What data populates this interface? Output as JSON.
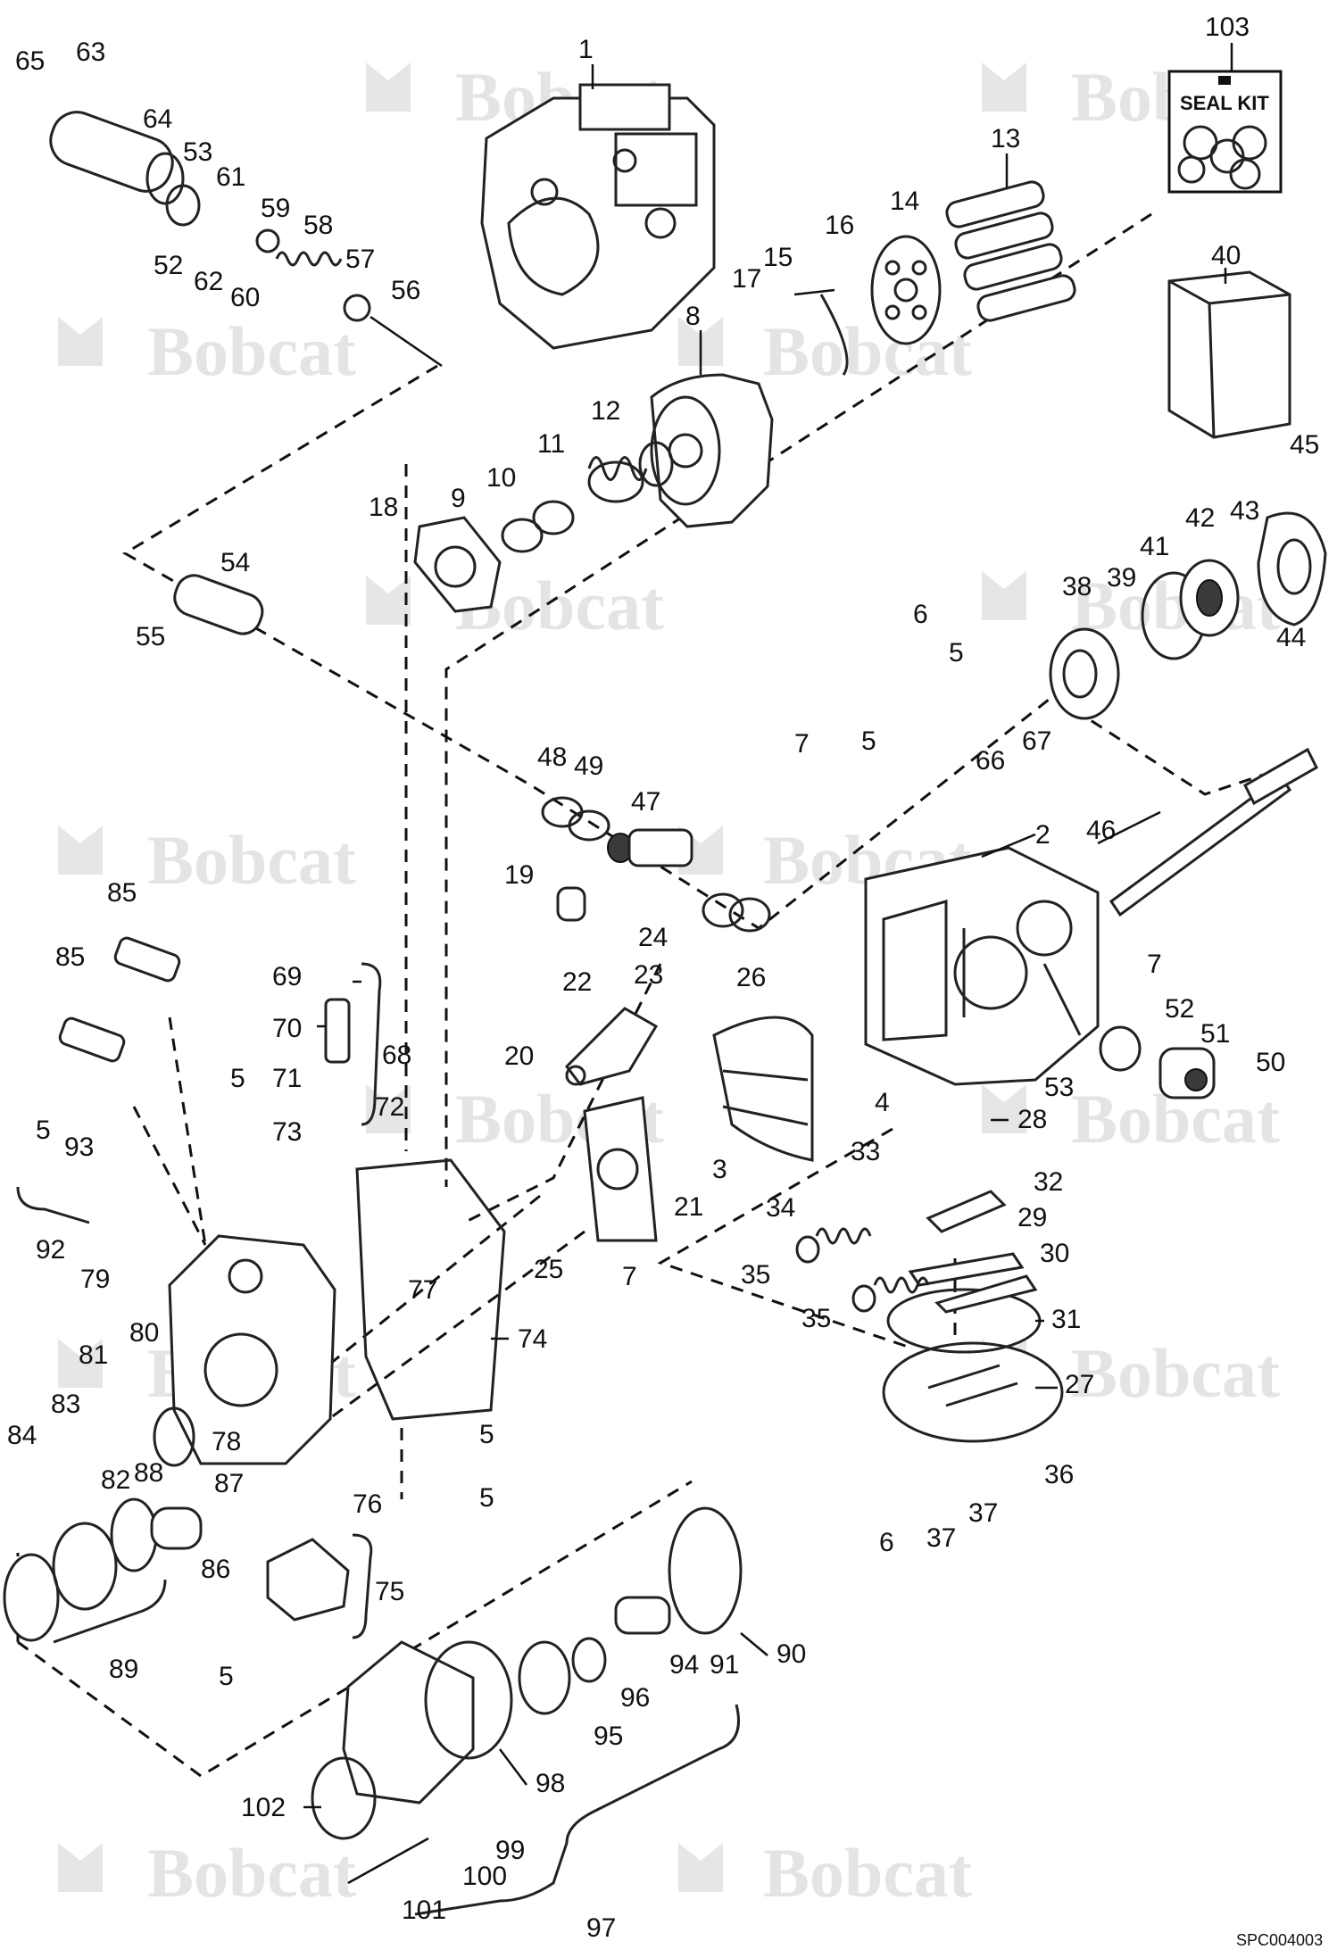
{
  "seal_kit_text": "SEAL KIT",
  "figure_code": "SPC004003",
  "watermark_text": "Bobcat",
  "labels": {
    "l1": "1",
    "l2": "2",
    "l3": "3",
    "l4": "4",
    "l5": "5",
    "l6": "6",
    "l7": "7",
    "l8": "8",
    "l9": "9",
    "l10": "10",
    "l11": "11",
    "l12": "12",
    "l13": "13",
    "l14": "14",
    "l15": "15",
    "l16": "16",
    "l17": "17",
    "l18": "18",
    "l19": "19",
    "l20": "20",
    "l21": "21",
    "l22": "22",
    "l23": "23",
    "l24": "24",
    "l25": "25",
    "l26": "26",
    "l27": "27",
    "l28": "28",
    "l29": "29",
    "l30": "30",
    "l31": "31",
    "l32": "32",
    "l33": "33",
    "l34": "34",
    "l35": "35",
    "l36": "36",
    "l37": "37",
    "l38": "38",
    "l39": "39",
    "l40": "40",
    "l41": "41",
    "l42": "42",
    "l43": "43",
    "l44": "44",
    "l45": "45",
    "l46": "46",
    "l47": "47",
    "l48": "48",
    "l49": "49",
    "l50": "50",
    "l51": "51",
    "l52": "52",
    "l53": "53",
    "l54": "54",
    "l55": "55",
    "l56": "56",
    "l57": "57",
    "l58": "58",
    "l59": "59",
    "l60": "60",
    "l61": "61",
    "l62": "62",
    "l63": "63",
    "l64": "64",
    "l65": "65",
    "l66": "66",
    "l67": "67",
    "l68": "68",
    "l69": "69",
    "l70": "70",
    "l71": "71",
    "l72": "72",
    "l73": "73",
    "l74": "74",
    "l75": "75",
    "l76": "76",
    "l77": "77",
    "l78": "78",
    "l79": "79",
    "l80": "80",
    "l81": "81",
    "l82": "82",
    "l83": "83",
    "l84": "84",
    "l85": "85",
    "l86": "86",
    "l87": "87",
    "l88": "88",
    "l89": "89",
    "l90": "90",
    "l91": "91",
    "l92": "92",
    "l93": "93",
    "l94": "94",
    "l95": "95",
    "l96": "96",
    "l97": "97",
    "l98": "98",
    "l99": "99",
    "l100": "100",
    "l101": "101",
    "l102": "102",
    "l103": "103"
  }
}
